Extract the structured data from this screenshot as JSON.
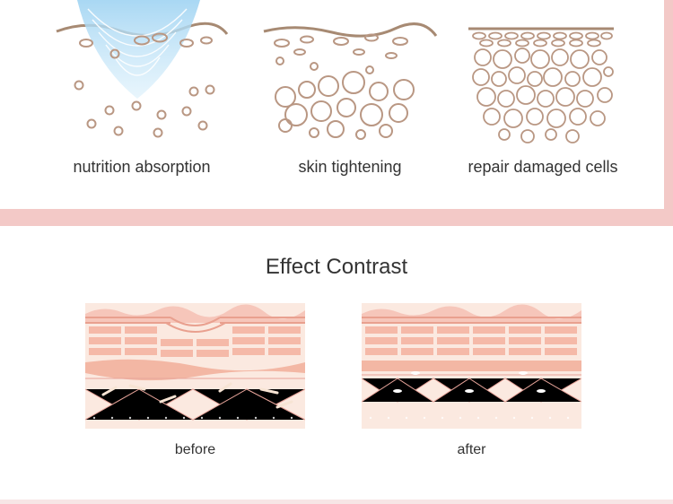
{
  "features": [
    {
      "label": "nutrition absorption",
      "icon": "nutrition-absorption-illustration"
    },
    {
      "label": "skin tightening",
      "icon": "skin-tightening-illustration"
    },
    {
      "label": "repair damaged cells",
      "icon": "repair-damaged-cells-illustration"
    }
  ],
  "contrast": {
    "title": "Effect Contrast",
    "before_label": "before",
    "after_label": "after"
  },
  "colors": {
    "accent_pink": "#f3c9c7",
    "cell_stroke": "#b99783",
    "skin_line": "#a78a73",
    "light_blue": "#bfe3f7"
  }
}
